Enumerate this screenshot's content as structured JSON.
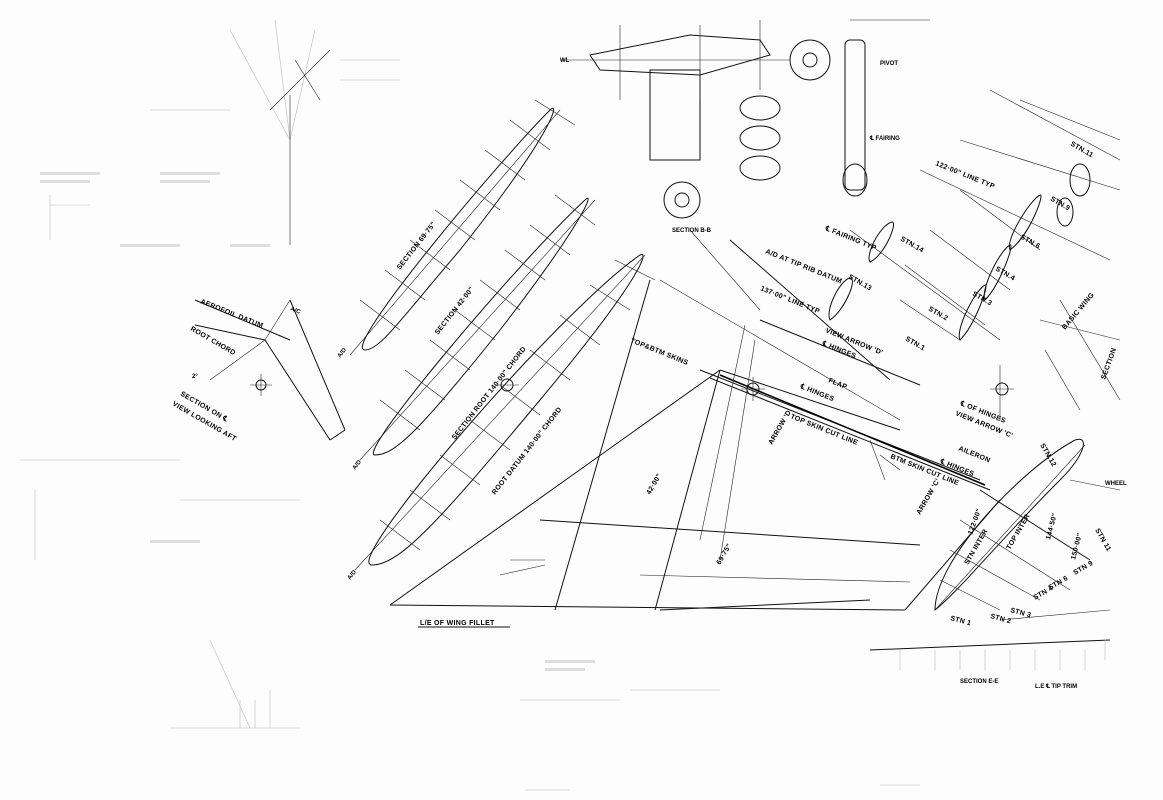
{
  "labels": {
    "aerofoil_datum": "AEROFOIL DATUM",
    "root_chord": "ROOT CHORD",
    "ac": "A/C",
    "angle_2": "2°",
    "section_on_cl": "SECTION ON ℄",
    "view_looking_aft": "VIEW LOOKING AFT",
    "section_69": "SECTION 69·75\"",
    "section_42": "SECTION 42·00\"",
    "section_root": "SECTION ROOT 140·00\" CHORD",
    "root_datum": "ROOT DATUM 140·00\" CHORD",
    "ad": "A/D",
    "top_btm_skins": "TOP&BTM SKINS",
    "cl_hinges": "℄ HINGES",
    "flap": "FLAP",
    "arrow_d": "ARROW 'D'",
    "top_skin_cut_line": "TOP SKIN CUT LINE",
    "view_arrow_d": "VIEW ARROW 'D'",
    "cl_hinges_2": "℄ HINGES",
    "aileron": "AILERON",
    "cl_hinges_3": "℄ HINGES",
    "btm_skin_cut_line": "BTM SKIN CUT LINE",
    "arrow_c": "ARROW 'C'",
    "cl_of_hinges": "℄ OF HINGES",
    "view_arrow_c": "VIEW ARROW 'C'",
    "ad_tip_rib": "A/D AT TIP RIB DATUM",
    "line_137": "137·00\" LINE TYP",
    "cl_fairing_typ": "℄ FAIRING TYP",
    "line_122": "122·00\" LINE TYP",
    "stn14": "STN.14",
    "stn13": "STN.13",
    "stn12": "STN.12",
    "stn11": "STN.11",
    "stn9": "STN.9",
    "stn6": "STN.6",
    "stn4": "STN.4",
    "stn3": "STN.3",
    "stn2": "STN.2",
    "stn1": "STN.1",
    "basic_wing": "BASIC WING",
    "section": "SECTION",
    "dim_42": "42·00\"",
    "dim_69": "69·75\"",
    "dim_122": "122·00\"",
    "dim_144": "144·50\"",
    "dim_150": "150·00\"",
    "stn_inter": "STN INTER",
    "top_inter": "TOP INTER",
    "stn11_b": "STN 11",
    "stn9_b": "STN 9",
    "stn6_b": "STN 6",
    "stn4_b": "STN 4",
    "stn3_b": "STN 3",
    "stn2_b": "STN 2",
    "stn1_b": "STN 1",
    "le_wing_fillet": "L/E OF WING FILLET",
    "pivot": "PIVOT",
    "fairing": "℄ FAIRING",
    "section_ee": "SECTION E-E",
    "le_tip_trim": "L.E ℄ TIP TRIM",
    "wheel": "WHEEL",
    "section_bb": "SECTION B-B",
    "wl": "WL"
  }
}
